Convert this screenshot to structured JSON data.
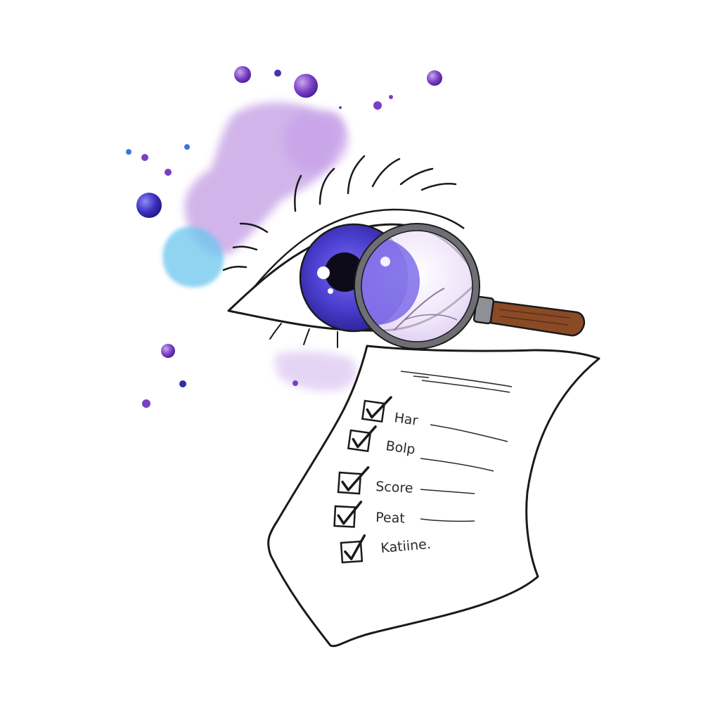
{
  "colors": {
    "background": "#ffffff",
    "ink": "#1a1a1a",
    "purple_wash": "#b98de0",
    "purple_dot": "#7a3fc4",
    "blue_wash": "#6cc6ee",
    "iris_outer": "#3a2fb8",
    "iris_inner": "#6d5ae8",
    "lens_tint": "#ead9f7",
    "handle": "#8a4a26"
  },
  "icons": [
    "eye-icon",
    "magnifying-glass-icon",
    "checklist-icon",
    "checkbox-checked-icon"
  ],
  "checklist": {
    "items": [
      {
        "label": "Har",
        "checked": true
      },
      {
        "label": "Bolp",
        "checked": true
      },
      {
        "label": "Score",
        "checked": true
      },
      {
        "label": "Peat",
        "checked": true
      },
      {
        "label": "Katiine.",
        "checked": true
      }
    ]
  }
}
